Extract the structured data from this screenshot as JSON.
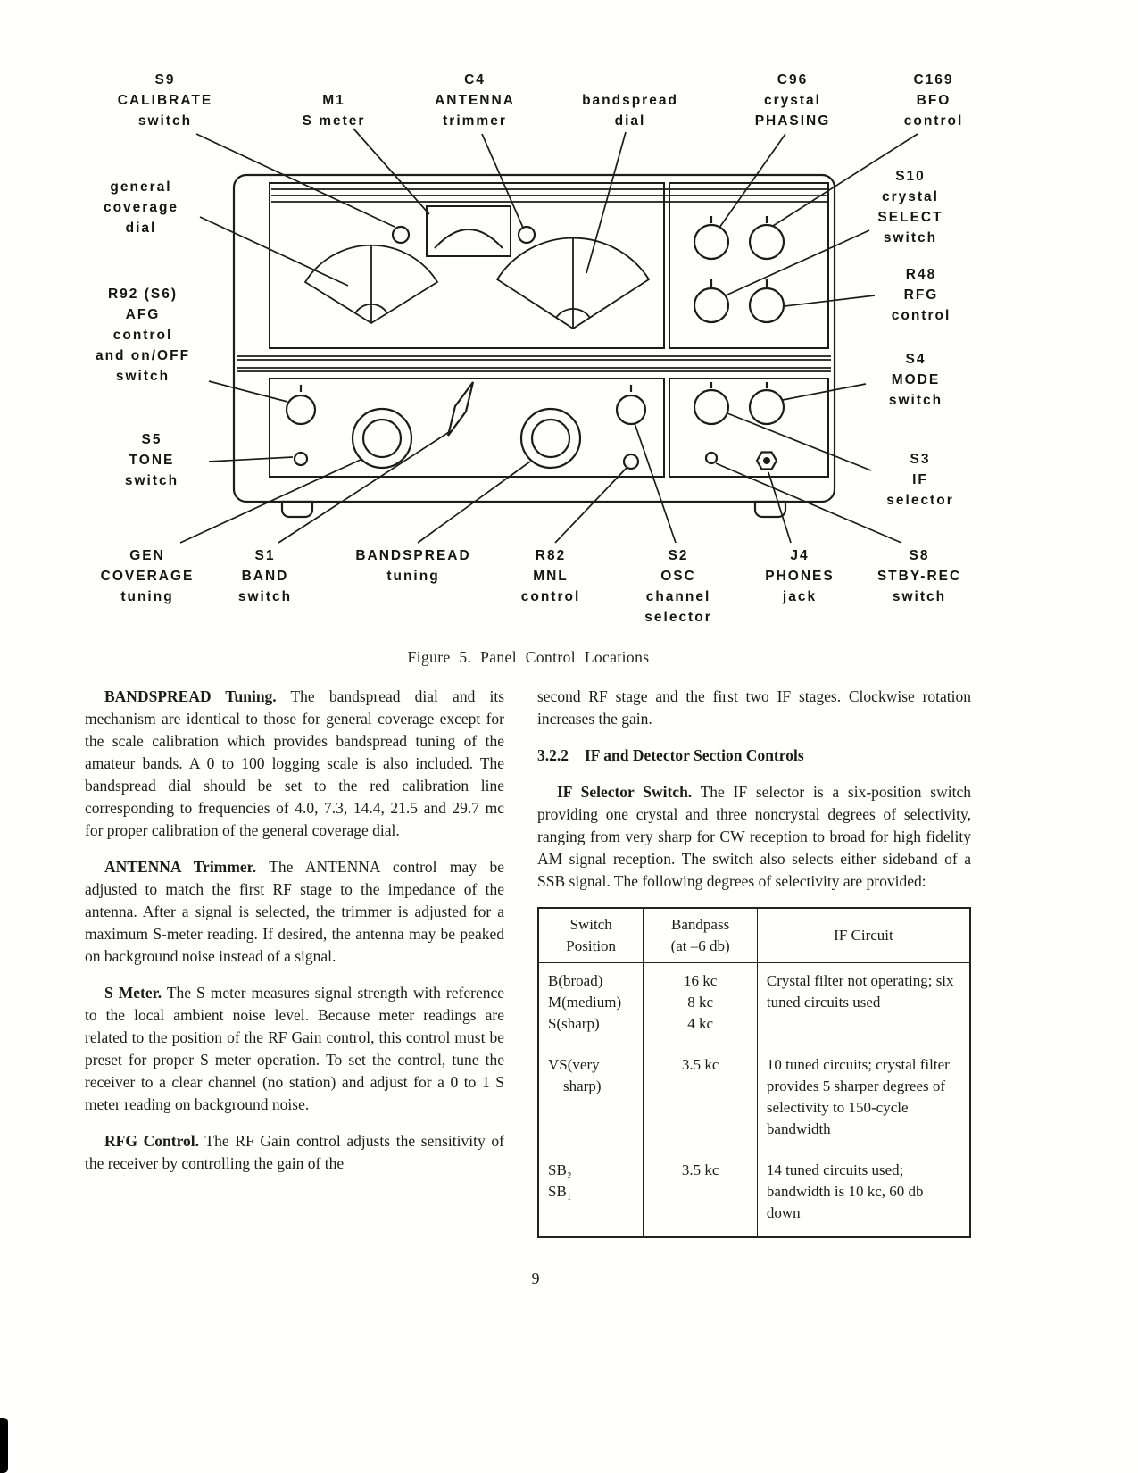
{
  "page_number": "9",
  "figure": {
    "caption": "Figure 5.  Panel Control Locations",
    "labels": {
      "s9": "S9\nCALIBRATE\nswitch",
      "m1": "M1\nS meter",
      "c4": "C4\nANTENNA\ntrimmer",
      "bandspread_dial": "bandspread\ndial",
      "c96": "C96\ncrystal\nPHASING",
      "c169": "C169\nBFO\ncontrol",
      "general_coverage_dial": "general\ncoverage\ndial",
      "s10": "S10\ncrystal\nSELECT\nswitch",
      "r48": "R48\nRFG\ncontrol",
      "r92": "R92 (S6)\nAFG\ncontrol\nand on/OFF\nswitch",
      "s4": "S4\nMODE\nswitch",
      "s5": "S5\nTONE\nswitch",
      "s3": "S3\nIF\nselector",
      "gen_coverage_tuning": "GEN\nCOVERAGE\ntuning",
      "s1": "S1\nBAND\nswitch",
      "bandspread_tuning": "BANDSPREAD\ntuning",
      "r82": "R82\nMNL\ncontrol",
      "s2": "S2\nOSC\nchannel\nselector",
      "j4": "J4\nPHONES\njack",
      "s8": "S8\nSTBY-REC\nswitch"
    }
  },
  "body": {
    "left": [
      {
        "lead": "BANDSPREAD Tuning.",
        "text": " The bandspread dial and its mechanism are identical to those for general coverage except for the scale calibration which provides bandspread tuning of the amateur bands. A 0 to 100 logging scale is also included. The bandspread dial should be set to the red calibration line corresponding to frequencies of 4.0, 7.3, 14.4, 21.5 and 29.7 mc for proper calibration of the general coverage dial."
      },
      {
        "lead": "ANTENNA Trimmer.",
        "text": " The ANTENNA control may be adjusted to match the first RF stage to the impedance of the antenna. After a signal is selected, the trimmer is adjusted for a maximum S-meter reading. If desired, the antenna may be peaked on background noise instead of a signal."
      },
      {
        "lead": "S Meter.",
        "text": " The S meter measures signal strength with reference to the local ambient noise level. Because meter readings are related to the position of the RF Gain control, this control must be preset for proper S meter operation. To set the control, tune the receiver to a clear channel (no station) and adjust for a 0 to 1 S meter reading on background noise."
      },
      {
        "lead": "RFG Control.",
        "text": " The RF Gain control adjusts the sensitivity of the receiver by controlling the gain of the"
      }
    ],
    "right": {
      "continuation": "second RF stage and the first two IF stages. Clockwise rotation increases the gain.",
      "section_number": "3.2.2",
      "section_title": "IF and Detector Section Controls",
      "para": {
        "lead": "IF Selector Switch.",
        "text": " The IF selector is a six-position switch providing one crystal and three noncrystal degrees of selectivity, ranging from very sharp for CW reception to broad for high fidelity AM signal reception. The switch also selects either sideband of a SSB signal. The following degrees of selectivity are provided:"
      }
    }
  },
  "table": {
    "headers": [
      "Switch\nPosition",
      "Bandpass\n(at –6 db)",
      "IF Circuit"
    ],
    "rows": [
      {
        "position": "B(broad)\nM(medium)\nS(sharp)",
        "bandpass": "16 kc\n8 kc\n4 kc",
        "circuit": "Crystal filter not operating; six tuned circuits used"
      },
      {
        "position": "VS(very\n    sharp)",
        "bandpass": "3.5 kc",
        "circuit": "10 tuned circuits; crystal filter provides 5 sharper degrees of selectivity to 150-cycle bandwidth"
      },
      {
        "position": "SB₂\nSB₁",
        "bandpass": "3.5 kc",
        "circuit": "14 tuned circuits used; bandwidth is 10 kc, 60 db down"
      }
    ]
  }
}
